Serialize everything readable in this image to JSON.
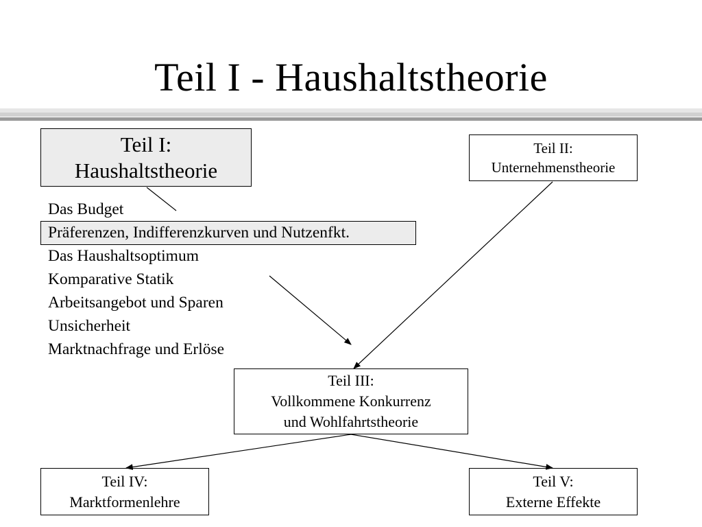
{
  "slide": {
    "title": "Teil I - Haushaltstheorie"
  },
  "boxes": {
    "part1": {
      "line1": "Teil I:",
      "line2": "Haushaltstheorie"
    },
    "part2": {
      "line1": "Teil II:",
      "line2": "Unternehmenstheorie"
    },
    "part3": {
      "line1": "Teil III:",
      "line2": "Vollkommene Konkurrenz",
      "line3": "und Wohlfahrtstheorie"
    },
    "part4": {
      "line1": "Teil IV:",
      "line2": "Marktformenlehre"
    },
    "part5": {
      "line1": "Teil V:",
      "line2": "Externe Effekte"
    }
  },
  "topics": [
    "Das Budget",
    "Präferenzen, Indifferenzkurven und Nutzenfkt.",
    "Das Haushaltsoptimum",
    "Komparative Statik",
    "Arbeitsangebot und Sparen",
    "Unsicherheit",
    "Marktnachfrage und Erlöse"
  ],
  "highlighted_topic_index": 1,
  "colors": {
    "box_highlight": "#ececec",
    "rule_light": "#dcdcdc",
    "rule_dark": "#9a9a9a"
  }
}
